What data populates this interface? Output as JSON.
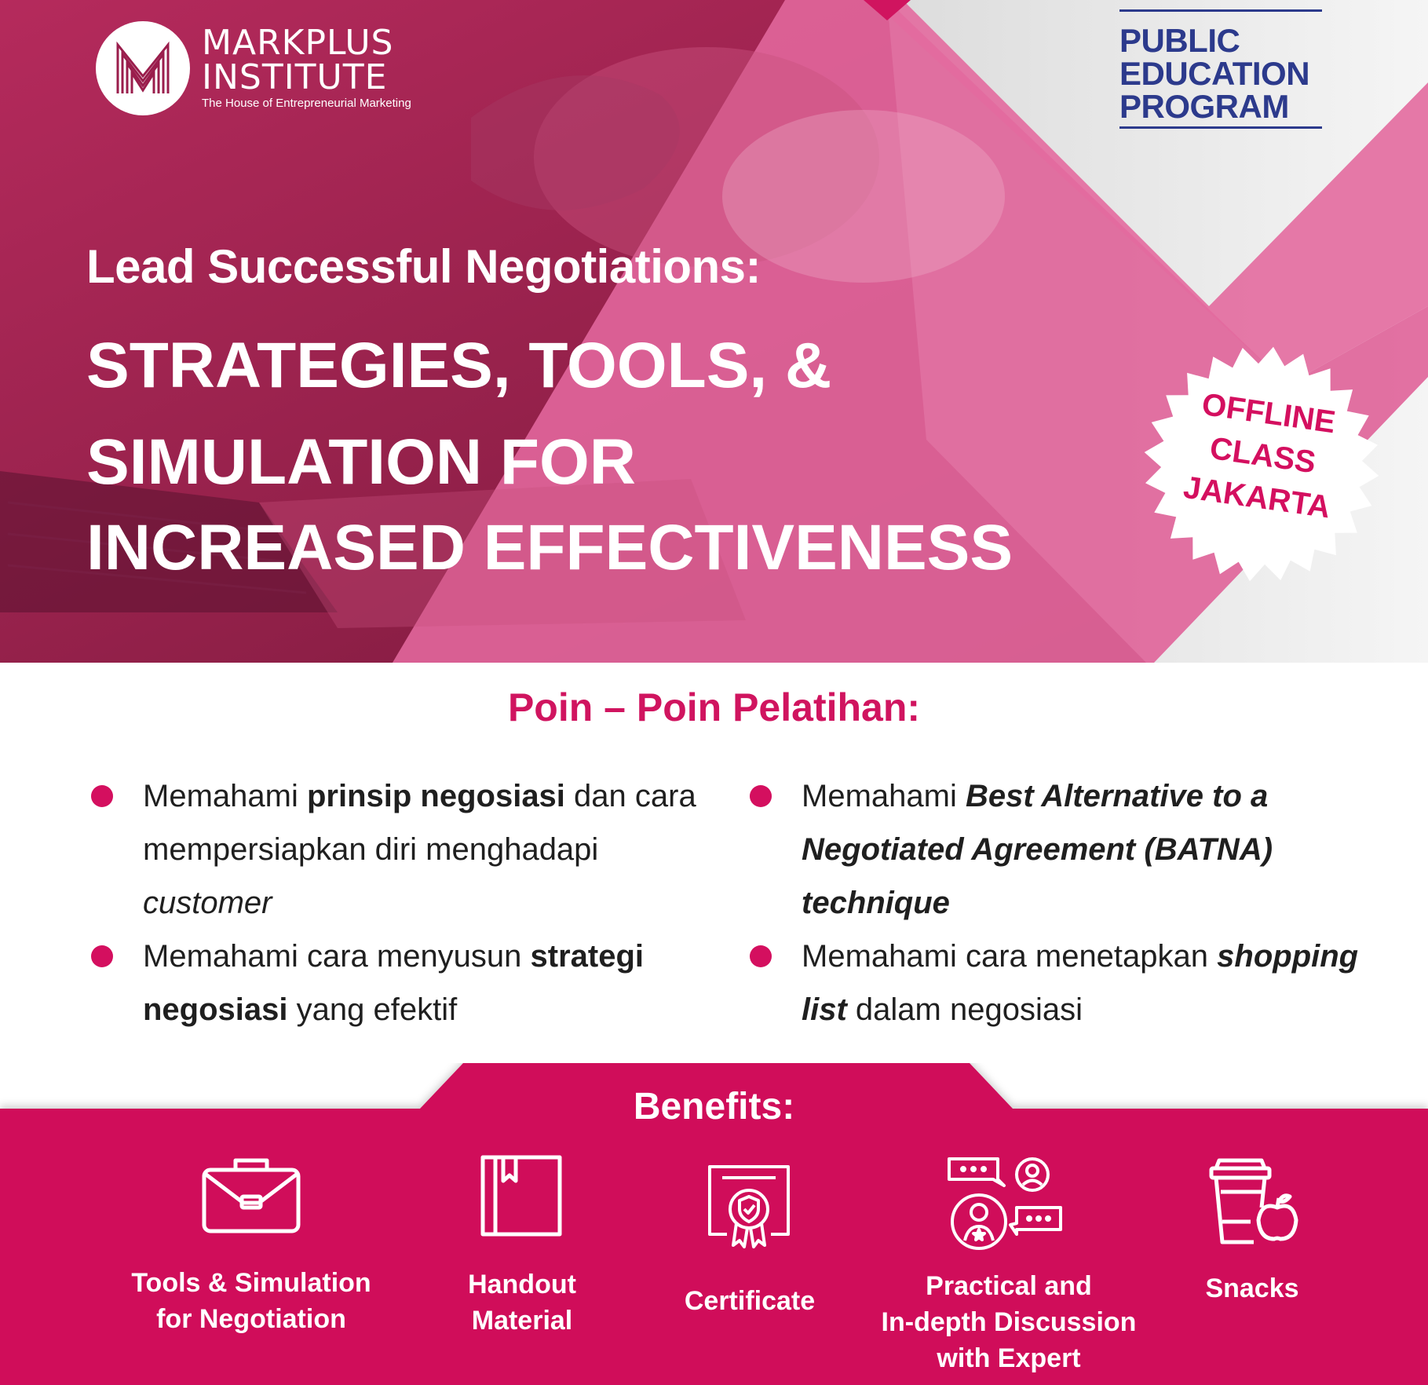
{
  "brand": {
    "logo_line1": "MARKPLUS",
    "logo_line2": "INSTITUTE",
    "tagline": "The House of Entrepreneurial Marketing"
  },
  "program_label": {
    "line1": "PUBLIC",
    "line2": "EDUCATION",
    "line3": "PROGRAM"
  },
  "headline": {
    "subtitle": "Lead Successful Negotiations:",
    "title_line1": "STRATEGIES, TOOLS, &",
    "title_line2": "SIMULATION FOR",
    "title_line3": "INCREASED EFFECTIVENESS"
  },
  "badge": {
    "line1": "OFFLINE",
    "line2": "CLASS",
    "line3": "JAKARTA"
  },
  "points": {
    "title": "Poin – Poin Pelatihan:",
    "left": [
      {
        "p1": "Memahami ",
        "b1": "prinsip negosiasi",
        "p2": " dan cara mempersiapkan diri menghadapi ",
        "i1": "customer"
      },
      {
        "p1": "Memahami cara menyusun ",
        "b1": "strategi negosiasi",
        "p2": " yang efektif"
      }
    ],
    "right": [
      {
        "p1": "Memahami ",
        "bi1": "Best Alternative to a Negotiated Agreement (BATNA) technique"
      },
      {
        "p1": "Memahami cara menetapkan ",
        "bi1": "shopping list",
        "p2": " dalam negosiasi"
      }
    ]
  },
  "benefits": {
    "title": "Benefits:",
    "items": [
      {
        "icon": "briefcase-icon",
        "line1": "Tools & Simulation",
        "line2": "for Negotiation",
        "line3": ""
      },
      {
        "icon": "book-icon",
        "line1": "Handout",
        "line2": "Material",
        "line3": ""
      },
      {
        "icon": "certificate-icon",
        "line1": "Certificate",
        "line2": "",
        "line3": ""
      },
      {
        "icon": "discussion-icon",
        "line1": "Practical and",
        "line2": "In-depth Discussion",
        "line3": "with Expert"
      },
      {
        "icon": "snacks-icon",
        "line1": "Snacks",
        "line2": "",
        "line3": ""
      }
    ]
  },
  "colors": {
    "brand_pink": "#d40f5f",
    "deep_magenta": "#8a1c45",
    "navy": "#2c3a8c"
  }
}
